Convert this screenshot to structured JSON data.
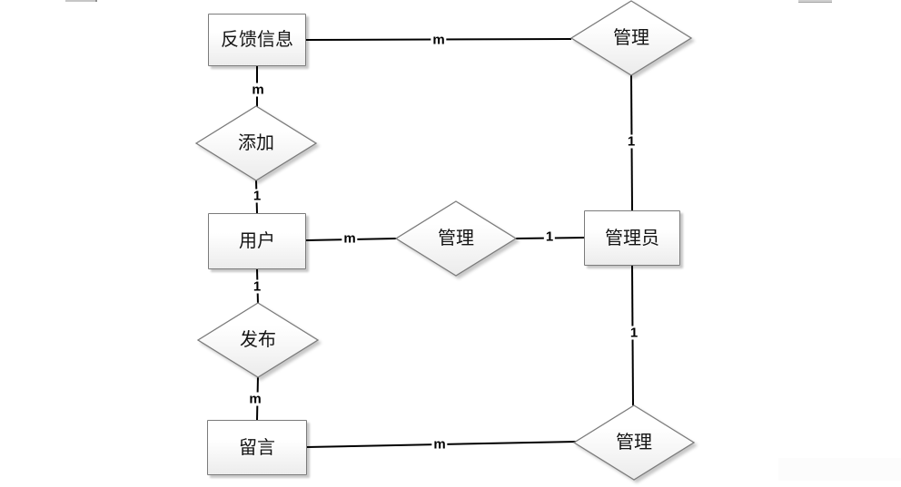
{
  "diagram": {
    "type": "entity-relationship-diagram",
    "entities": [
      {
        "id": "feedback-info",
        "label": "反馈信息",
        "shape": "rectangle"
      },
      {
        "id": "user",
        "label": "用户",
        "shape": "rectangle"
      },
      {
        "id": "admin",
        "label": "管理员",
        "shape": "rectangle"
      },
      {
        "id": "message",
        "label": "留言",
        "shape": "rectangle"
      }
    ],
    "relationships": [
      {
        "id": "manage-top",
        "label": "管理",
        "shape": "diamond"
      },
      {
        "id": "add",
        "label": "添加",
        "shape": "diamond"
      },
      {
        "id": "manage-middle",
        "label": "管理",
        "shape": "diamond"
      },
      {
        "id": "publish",
        "label": "发布",
        "shape": "diamond"
      },
      {
        "id": "manage-bottom",
        "label": "管理",
        "shape": "diamond"
      }
    ],
    "connections": [
      {
        "from": "反馈信息",
        "to": "管理(上)",
        "cardinality": "m"
      },
      {
        "from": "反馈信息",
        "to": "添加",
        "cardinality": "m"
      },
      {
        "from": "添加",
        "to": "用户",
        "cardinality": "1"
      },
      {
        "from": "用户",
        "to": "管理(中)",
        "cardinality": "m"
      },
      {
        "from": "管理(中)",
        "to": "管理员",
        "cardinality": "1"
      },
      {
        "from": "管理(上)",
        "to": "管理员",
        "cardinality": "1"
      },
      {
        "from": "管理员",
        "to": "管理(下)",
        "cardinality": "1"
      },
      {
        "from": "用户",
        "to": "发布",
        "cardinality": "1"
      },
      {
        "from": "发布",
        "to": "留言",
        "cardinality": "m"
      },
      {
        "from": "留言",
        "to": "管理(下)",
        "cardinality": "m"
      }
    ],
    "colors": {
      "shape_border": "#7b7b7b",
      "shape_fill_top": "#ffffff",
      "shape_fill_bottom": "#ececec",
      "connector_line": "#000000",
      "text": "#141414",
      "background": "#ffffff"
    }
  }
}
